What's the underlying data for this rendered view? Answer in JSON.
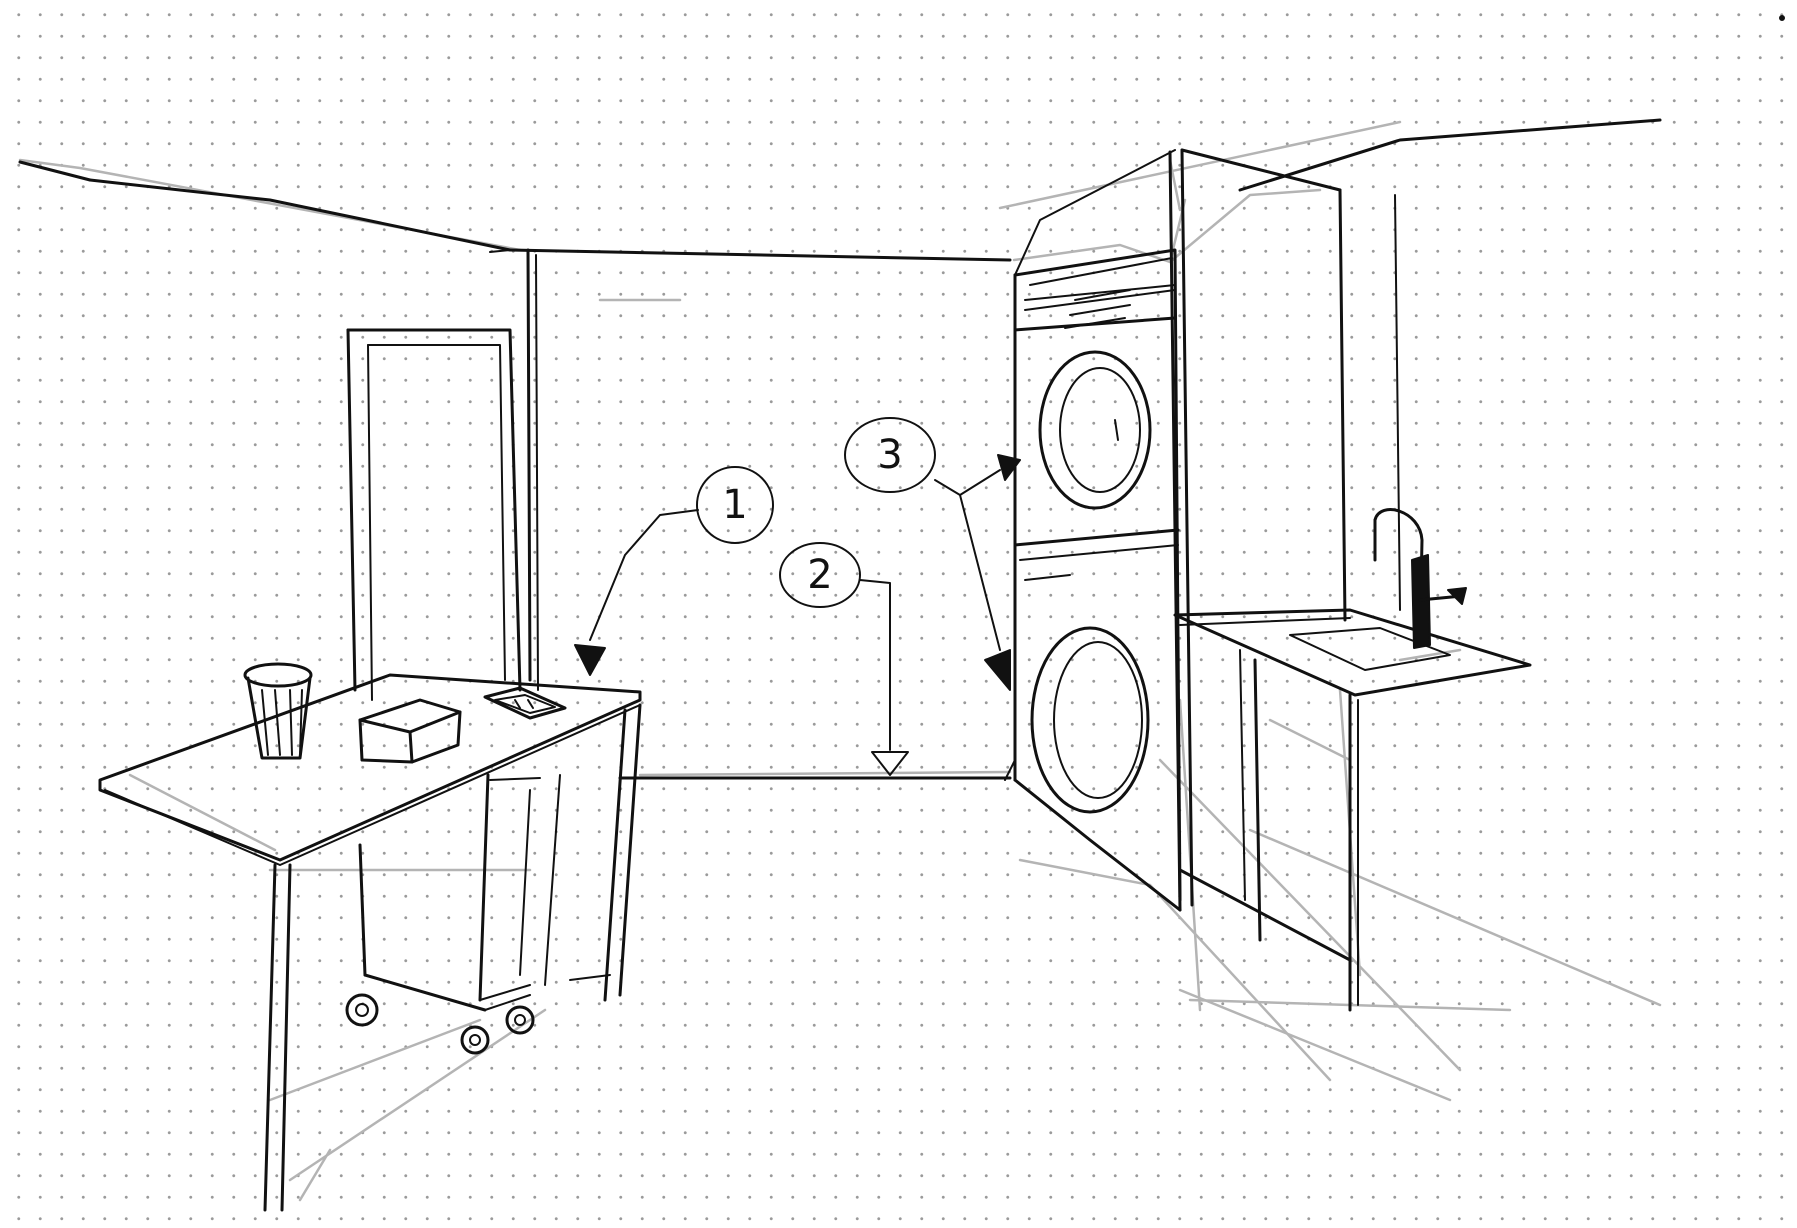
{
  "callouts": [
    {
      "label": "1"
    },
    {
      "label": "2"
    },
    {
      "label": "3"
    }
  ],
  "colors": {
    "ink": "#111111",
    "pencil": "#b4b4b4",
    "grid_dot": "#9a9a9a",
    "paper": "#ffffff"
  }
}
